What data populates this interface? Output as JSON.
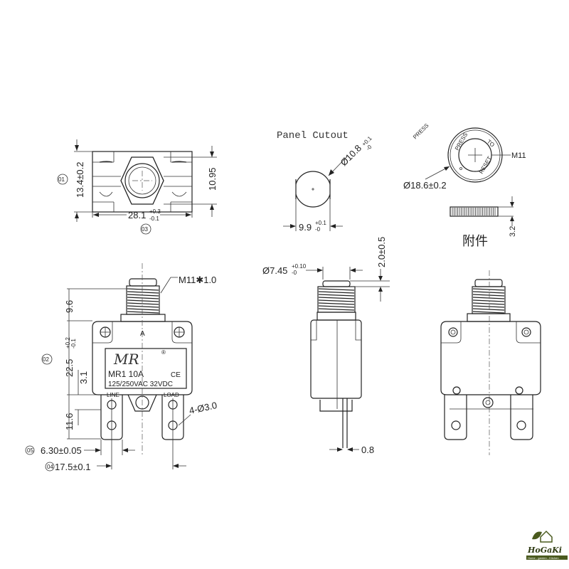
{
  "top_view": {
    "height_dim": "13.4±0.2",
    "height_callout": "01",
    "nut_dim": "10.95",
    "width_dim": "28.1",
    "width_tol_upper": "+0.3",
    "width_tol_lower": "-0.1",
    "width_callout": "03"
  },
  "panel_cutout": {
    "title": "Panel Cutout",
    "diameter_dim": "Ø10.8",
    "diameter_tol_upper": "+0.1",
    "diameter_tol_lower": "-0",
    "flat_dim": "9.9",
    "flat_tol_upper": "+0.1",
    "flat_tol_lower": "-0"
  },
  "accessory": {
    "press_label": "PRESS",
    "ring_text_1": "PRESS",
    "ring_text_2": "TO",
    "ring_text_3": "RESET",
    "thread_label": "M11",
    "diameter_dim": "Ø18.6±0.2",
    "thickness_dim": "3.2",
    "caption": "附件"
  },
  "front_view": {
    "thread_label": "M11✱1.0",
    "bushing_dim": "9.6",
    "body_dim": "22.5",
    "body_tol_upper": "+0.2",
    "body_tol_lower": "-0.1",
    "body_callout": "02",
    "offset_dim": "3.1",
    "terminal_dim": "11.6",
    "hole_dim": "4-Ø3.0",
    "terminal_width_dim": "6.30±0.05",
    "terminal_width_callout": "05",
    "terminal_pitch_dim": "17.5±0.1",
    "terminal_pitch_callout": "04",
    "arrow_mark": "A",
    "label": {
      "brand": "MR",
      "registered": "®",
      "model": "MR1  10A",
      "ce": "CE",
      "rating": "125/250VAC  32VDC",
      "line": "LINE",
      "load": "LOAD"
    }
  },
  "side_view": {
    "cap_dim": "Ø7.45",
    "cap_tol_upper": "+0.10",
    "cap_tol_lower": "-0",
    "stroke_dim": "2.0±0.5",
    "pin_dim": "0.8"
  },
  "watermark": {
    "brand": "HoGaKi",
    "tagline": "Home - garden - Kitchen",
    "color": "#4a5a1e"
  }
}
